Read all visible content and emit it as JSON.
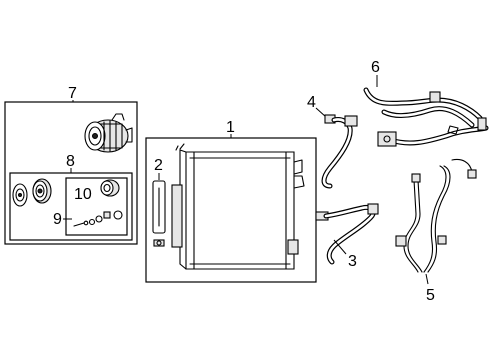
{
  "callouts": {
    "c1": "1",
    "c2": "2",
    "c3": "3",
    "c4": "4",
    "c5": "5",
    "c6": "6",
    "c7": "7",
    "c8": "8",
    "c9": "9",
    "c10": "10"
  },
  "parts": {
    "p1": "condenser",
    "p2": "receiver-drier",
    "p3": "suction-hose",
    "p4": "discharge-line",
    "p5": "liquid-line",
    "p6": "hose-assembly",
    "p7": "compressor",
    "p8": "clutch",
    "p9": "seal-kit",
    "p10": "coil"
  }
}
